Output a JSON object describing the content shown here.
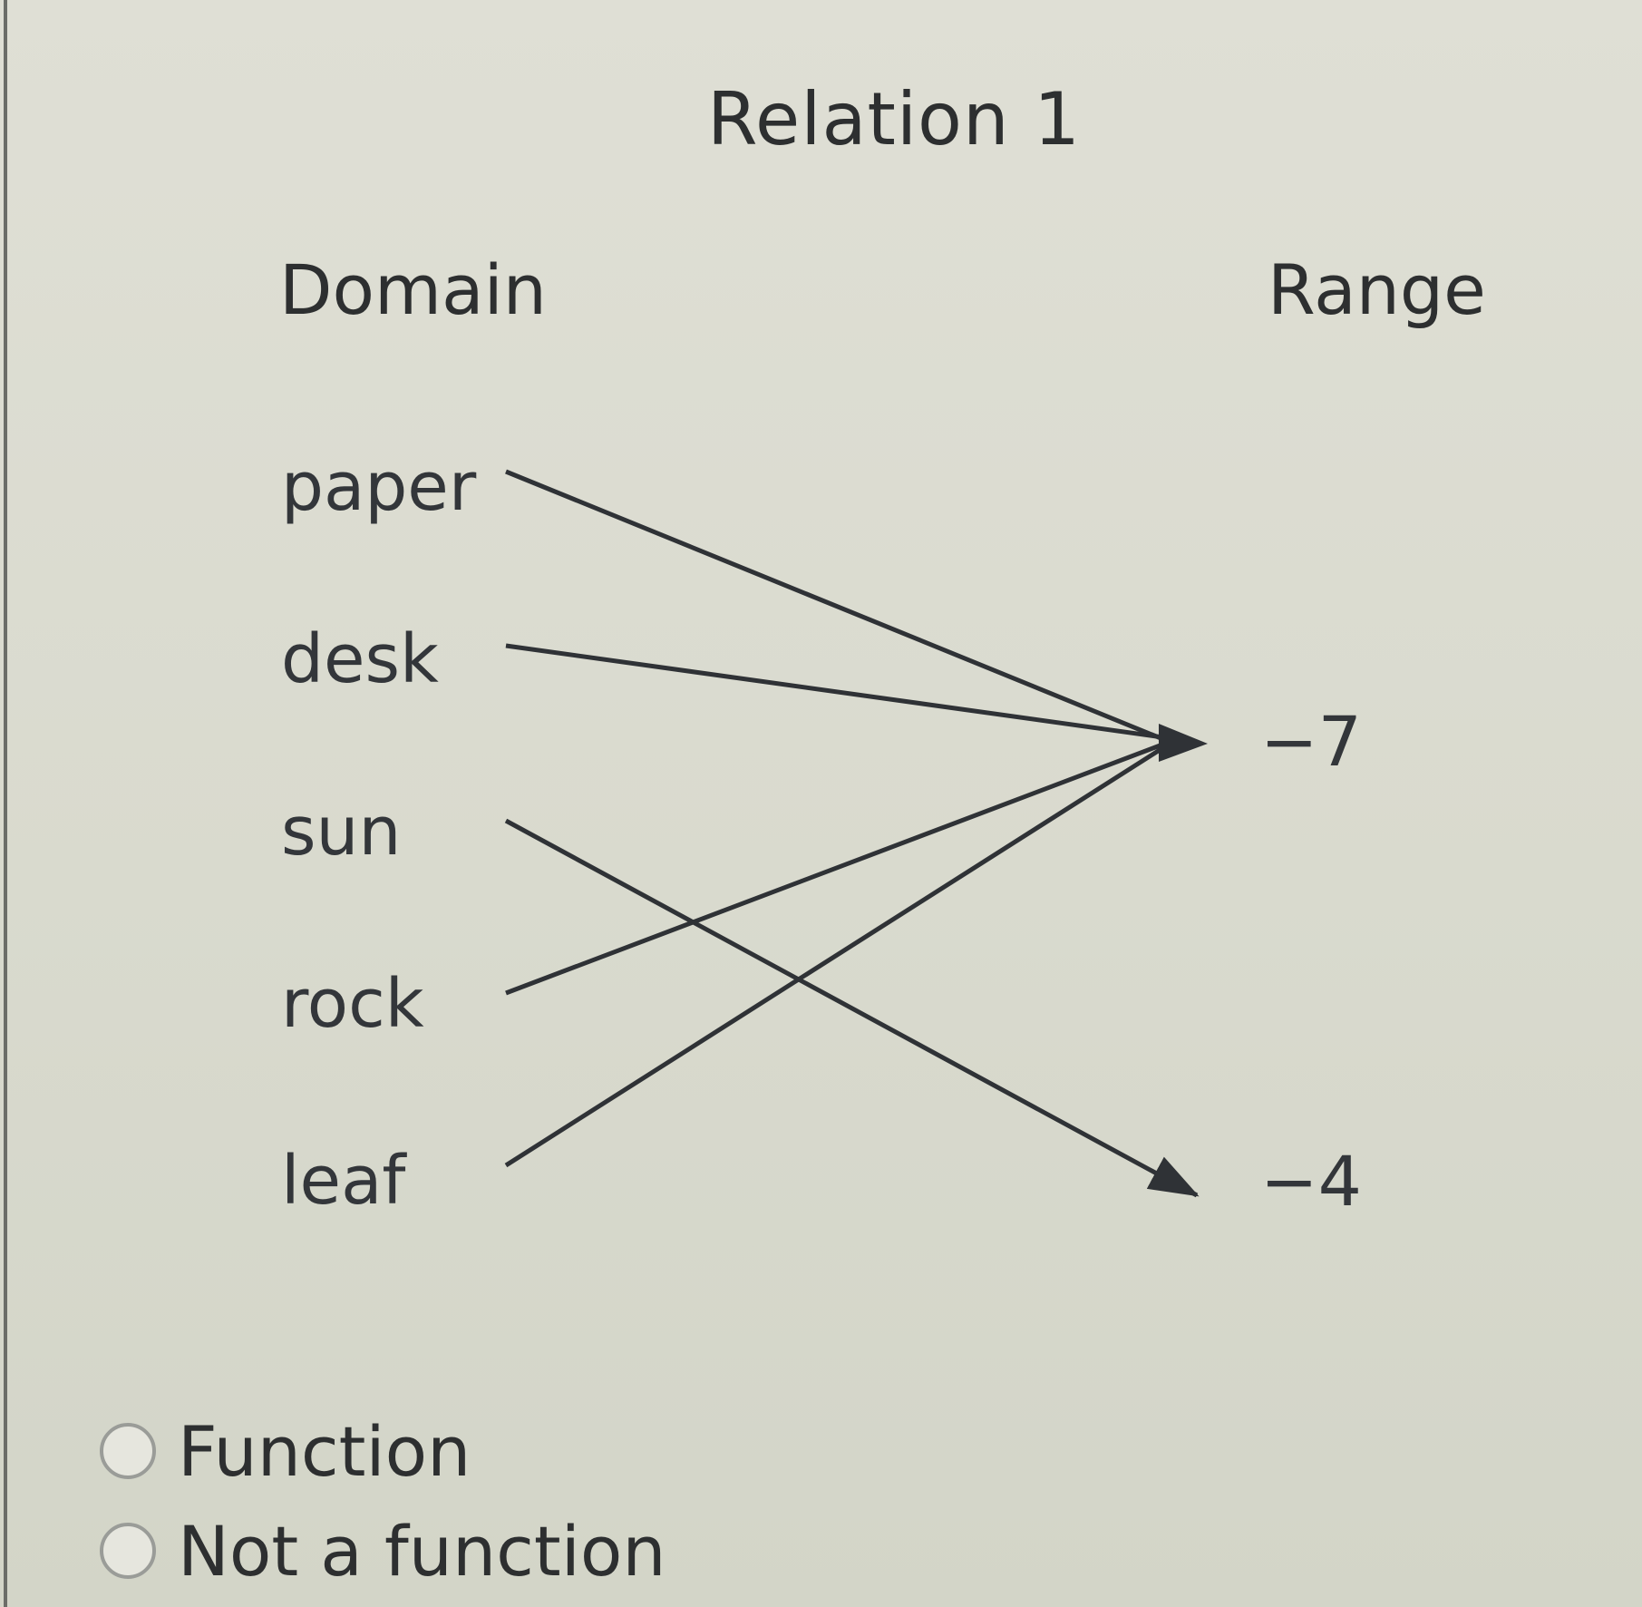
{
  "title": "Relation 1",
  "domain_header": "Domain",
  "range_header": "Range",
  "domain": [
    "paper",
    "desk",
    "sun",
    "rock",
    "leaf"
  ],
  "range": [
    "−7",
    "−4"
  ],
  "mapping": [
    {
      "from": "paper",
      "to": "−7"
    },
    {
      "from": "desk",
      "to": "−7"
    },
    {
      "from": "sun",
      "to": "−4"
    },
    {
      "from": "rock",
      "to": "−7"
    },
    {
      "from": "leaf",
      "to": "−7"
    }
  ],
  "options": [
    "Function",
    "Not a function"
  ],
  "colors": {
    "background": "#dcdcd2",
    "text": "#2d2f30",
    "arrow": "#2f3236"
  }
}
